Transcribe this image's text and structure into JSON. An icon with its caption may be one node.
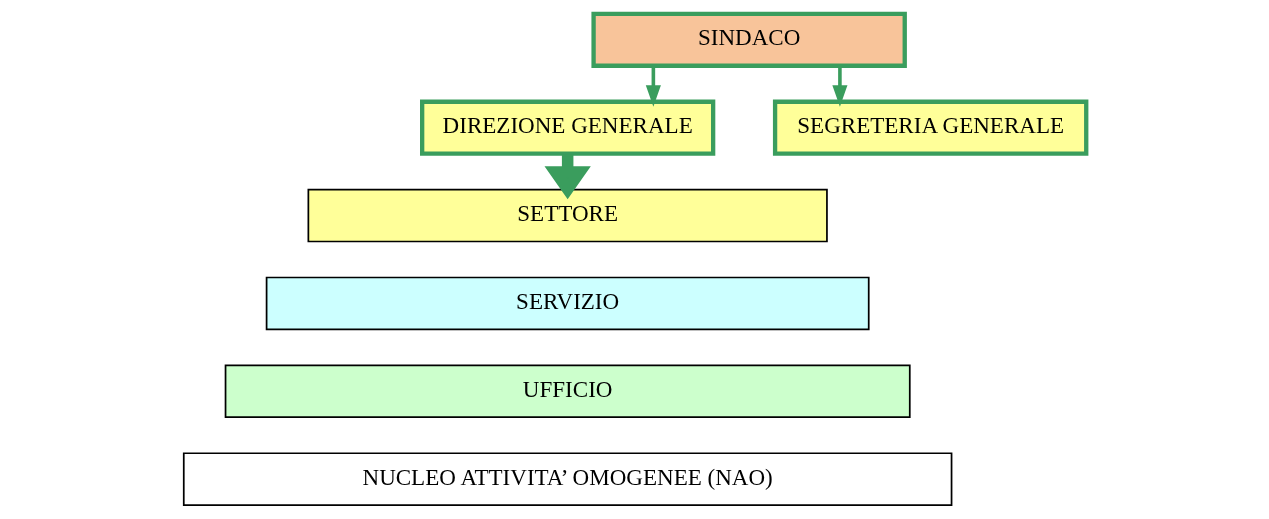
{
  "diagram": {
    "nodes": [
      {
        "text": [
          "SINDACO"
        ]
      },
      {
        "text": [
          "DIREZIONE GENERALE"
        ]
      },
      {
        "text": [
          "SEGRETERIA GENERALE"
        ]
      },
      {
        "text": [
          "SETTORE"
        ]
      },
      {
        "text": [
          "SERVIZIO"
        ]
      },
      {
        "text": [
          "UFFICIO"
        ]
      },
      {
        "text": [
          "NUCLEO ATTIVITA’ OMOGENEE (NAO)"
        ]
      }
    ],
    "edges": [
      {
        "from": 0,
        "to": 1,
        "arrow": "to"
      },
      {
        "from": 0,
        "to": 2,
        "arrow": "to"
      },
      {
        "from": 1,
        "to": 3,
        "arrow": "to",
        "style": "thick"
      }
    ]
  }
}
